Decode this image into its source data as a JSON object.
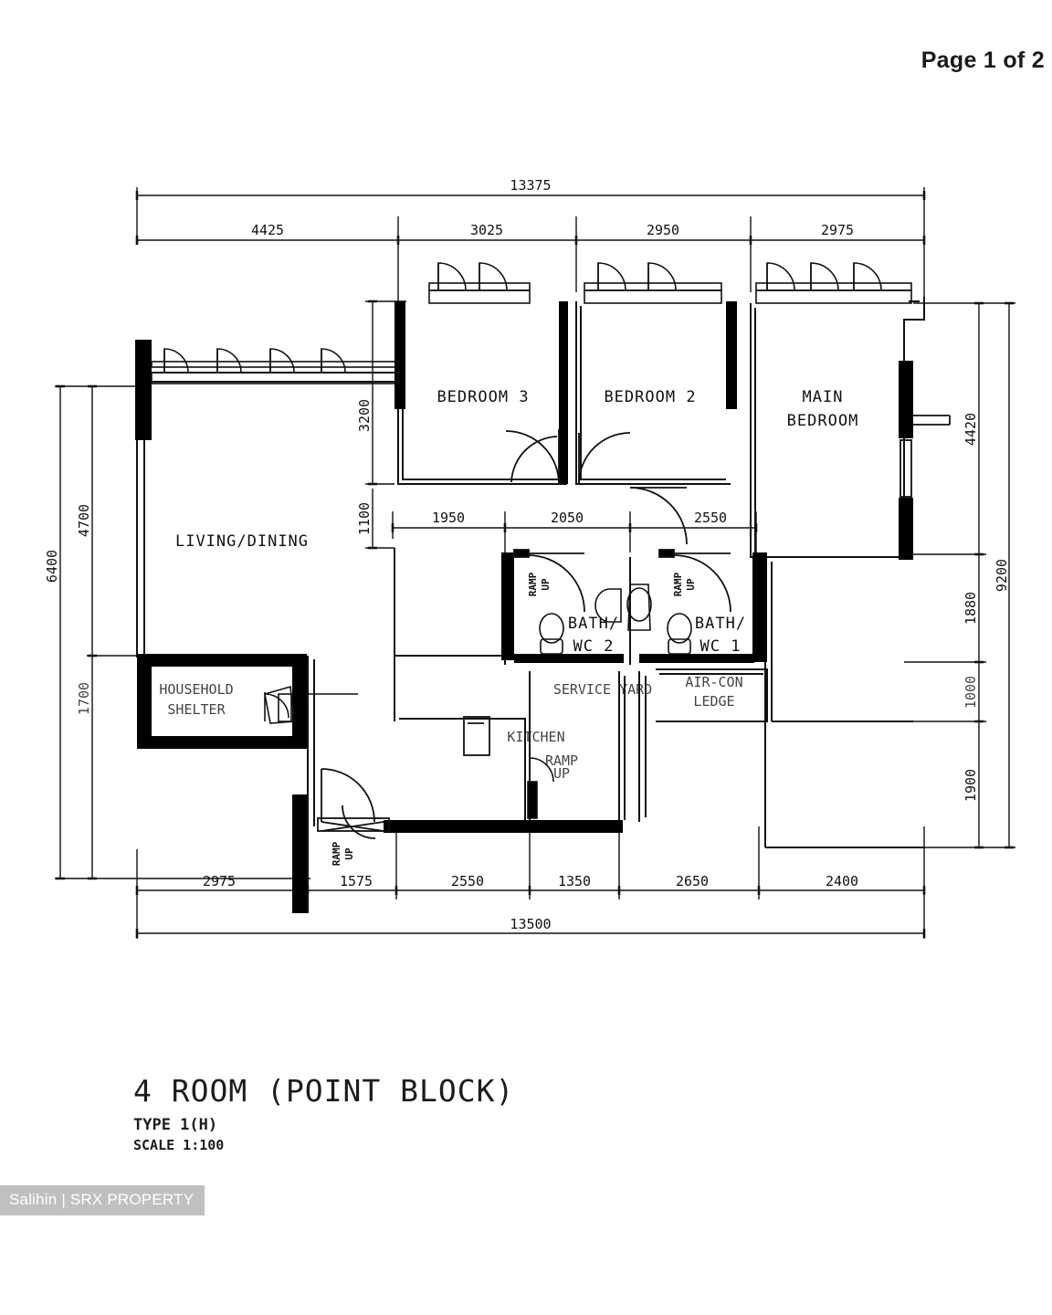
{
  "header": {
    "page_label": "Page 1 of 2"
  },
  "title_block": {
    "title": "4 ROOM (POINT BLOCK)",
    "type_label": "TYPE 1(H)",
    "scale_label": "SCALE  1:100"
  },
  "watermark": {
    "text": "Salihin | SRX PROPERTY"
  },
  "rooms": [
    {
      "id": "living-dining",
      "label": "LIVING/DINING"
    },
    {
      "id": "bedroom-3",
      "label": "BEDROOM 3"
    },
    {
      "id": "bedroom-2",
      "label": "BEDROOM 2"
    },
    {
      "id": "main-bedroom",
      "label_line1": "MAIN",
      "label_line2": "BEDROOM"
    },
    {
      "id": "bath-wc-2",
      "label_line1": "BATH/",
      "label_line2": "WC 2"
    },
    {
      "id": "bath-wc-1",
      "label_line1": "BATH/",
      "label_line2": "WC 1"
    },
    {
      "id": "kitchen",
      "label": "KITCHEN"
    },
    {
      "id": "household-shelter",
      "label_line1": "HOUSEHOLD",
      "label_line2": "SHELTER"
    },
    {
      "id": "service-yard",
      "label": "SERVICE YARD"
    }
  ],
  "annotations": {
    "air_con_ledge_line1": "AIR-CON",
    "air_con_ledge_line2": "LEDGE",
    "ramp_up_line1": "RAMP",
    "ramp_up_line2": "UP"
  },
  "dimensions": {
    "top_overall": "13375",
    "top_segments": [
      "4425",
      "3025",
      "2950",
      "2975"
    ],
    "bottom_overall": "13500",
    "bottom_segments": [
      "2975",
      "1575",
      "2550",
      "1350",
      "2650",
      "2400"
    ],
    "left_overall": "6400",
    "left_segments": [
      "4700",
      "1700"
    ],
    "right_overall": "9200",
    "right_segments": [
      "4420",
      "1880",
      "1000",
      "1900"
    ],
    "interior_vertical": [
      "3200",
      "1100"
    ],
    "interior_horizontal": [
      "1950",
      "2050",
      "2550"
    ]
  },
  "colors": {
    "line": "#111111",
    "wall_fill": "#000000",
    "paper": "#ffffff",
    "watermark_bg": "#c0c0c0",
    "watermark_fg": "#ffffff"
  }
}
